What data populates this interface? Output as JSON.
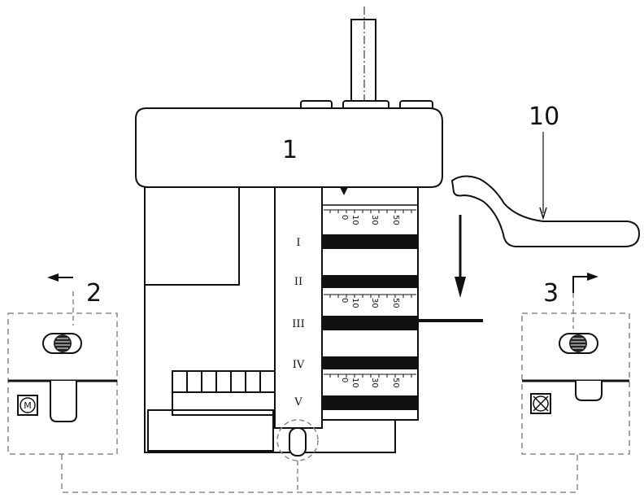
{
  "callouts": {
    "housing": "1",
    "left_switch": "2",
    "right_switch": "3",
    "wrench": "10"
  },
  "positions": [
    "I",
    "II",
    "III",
    "IV",
    "V"
  ],
  "scale_labels": [
    "0",
    "10",
    "30",
    "50"
  ],
  "motor_symbol": "M",
  "colors": {
    "line": "#111111",
    "dashed": "#888888",
    "background": "#ffffff"
  }
}
